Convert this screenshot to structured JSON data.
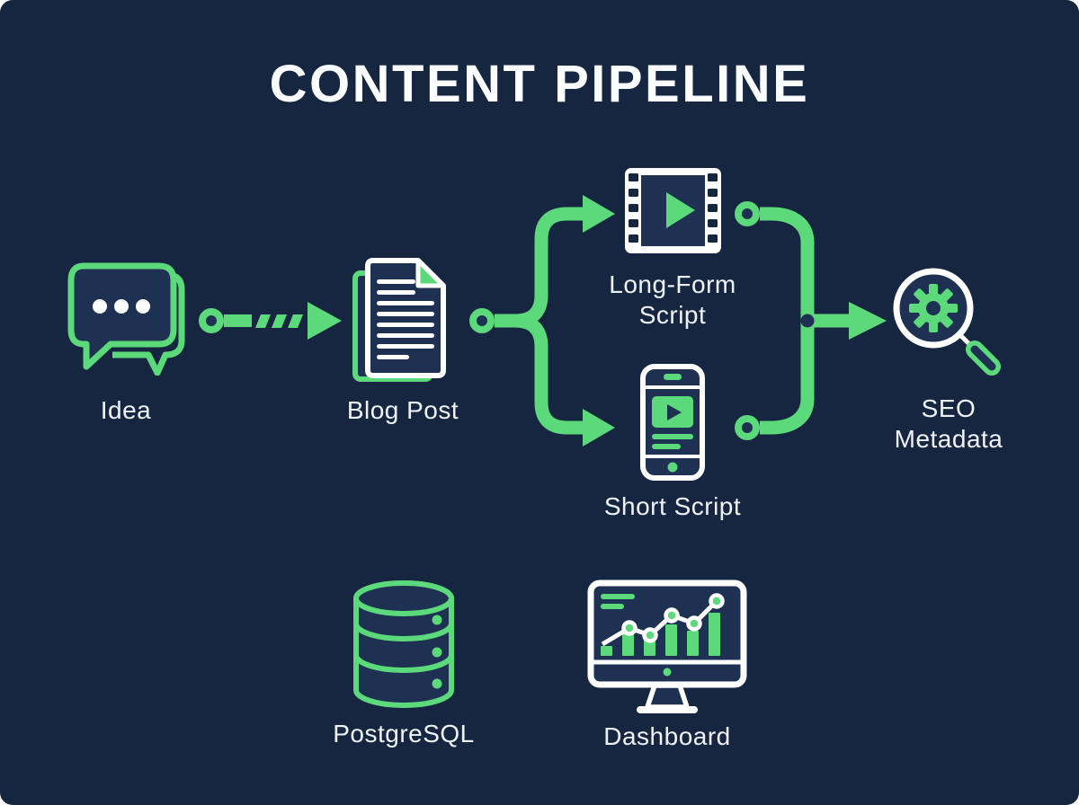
{
  "title": "CONTENT PIPELINE",
  "colors": {
    "background": "#162640",
    "accent_green": "#5cd97a",
    "icon_fill_navy": "#1e3152",
    "text_white": "#eef3f8"
  },
  "nodes": {
    "idea": {
      "label": "Idea",
      "icon": "chat-bubble-icon"
    },
    "blog_post": {
      "label": "Blog Post",
      "icon": "document-icon"
    },
    "long_form_script": {
      "label_line1": "Long-Form",
      "label_line2": "Script",
      "icon": "film-strip-icon"
    },
    "short_script": {
      "label": "Short Script",
      "icon": "smartphone-video-icon"
    },
    "seo_metadata": {
      "label_line1": "SEO",
      "label_line2": "Metadata",
      "icon": "magnifier-gear-icon"
    },
    "postgresql": {
      "label": "PostgreSQL",
      "icon": "database-icon"
    },
    "dashboard": {
      "label": "Dashboard",
      "icon": "monitor-chart-icon"
    }
  },
  "flow": {
    "edges": [
      {
        "from": "Idea",
        "to": "Blog Post",
        "style": "dashed-arrow"
      },
      {
        "from": "Blog Post",
        "to": "Long-Form Script",
        "style": "split-branch-arrow"
      },
      {
        "from": "Blog Post",
        "to": "Short Script",
        "style": "split-branch-arrow"
      },
      {
        "from": "Long-Form Script",
        "to": "SEO Metadata",
        "style": "merge-arrow"
      },
      {
        "from": "Short Script",
        "to": "SEO Metadata",
        "style": "merge-arrow"
      }
    ]
  }
}
